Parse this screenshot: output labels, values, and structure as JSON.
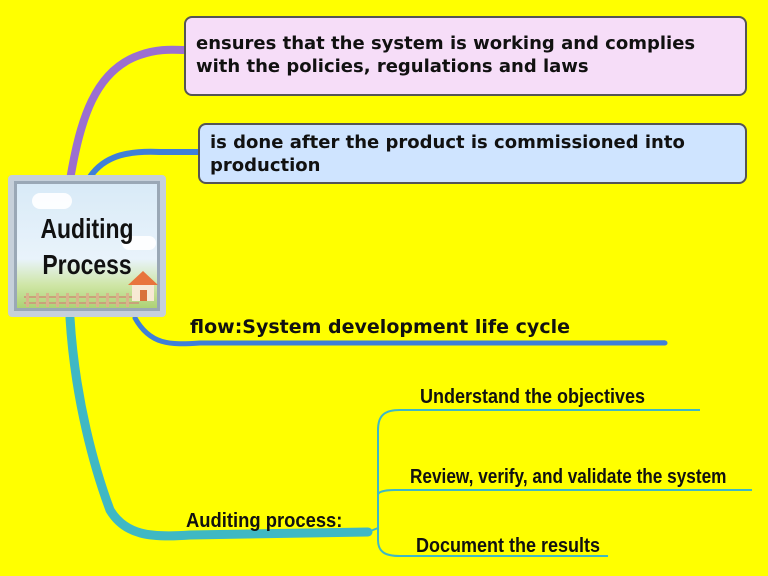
{
  "central_topic": "Auditing Process",
  "branches": {
    "definition": "ensures that the system is working and complies with the policies, regulations and laws",
    "timing": "is done after the product is commissioned into production",
    "flow": "flow:System development life cycle",
    "process": {
      "label": "Auditing process:",
      "steps": [
        "Understand the objectives",
        "Review, verify, and validate the system",
        "Document the results"
      ]
    }
  },
  "colors": {
    "background": "#ffff00",
    "definition_branch": "#9b6fd0",
    "timing_branch": "#3f7fd8",
    "flow_branch": "#3f7fd8",
    "process_branch": "#3fb8c4",
    "definition_box": "#f6ddf8",
    "timing_box": "#cfe4ff"
  }
}
